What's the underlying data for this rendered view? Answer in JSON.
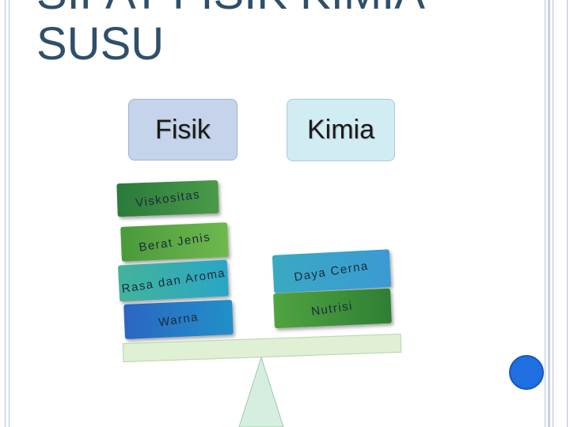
{
  "slide": {
    "title_line1": "SIFAT FISIK KIMIA",
    "title_line2": "SUSU",
    "headers": {
      "fisik": "Fisik",
      "kimia": "Kimia"
    },
    "fisik_items": [
      "Viskositas",
      "Berat Jenis",
      "Rasa dan Aroma",
      "Warna"
    ],
    "kimia_items": [
      "Daya Cerna",
      "Nutrisi"
    ]
  },
  "colors": {
    "title": "#2f4f6a",
    "fisik_header_bg": "#c5d4ea",
    "kimia_header_bg": "#d2ecf3",
    "beam": "#dff0d5",
    "fulcrum": "#d6eee0",
    "circle": "#1f6fe0"
  },
  "icons": {
    "decorative_circle": "circle-icon"
  }
}
